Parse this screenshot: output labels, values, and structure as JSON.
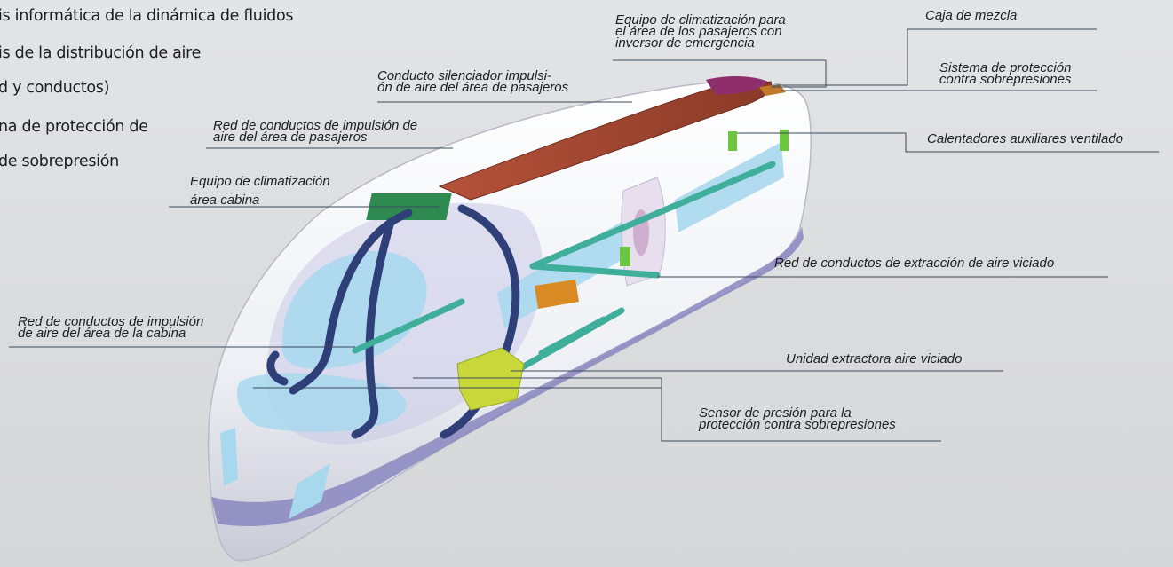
{
  "left_list": [
    "is informática de la dinámica de fluidos",
    "is de la distribución de aire",
    "d y conductos)",
    "na de protección de",
    "de sobrepresión"
  ],
  "labels": {
    "equipo_pasajeros": [
      "Equipo de climatización para",
      "el área de los pasajeros con",
      "inversor de emergencia"
    ],
    "caja_mezcla": [
      "Caja de mezcla"
    ],
    "sistema_proteccion": [
      "Sistema de protección",
      "contra sobrepresiones"
    ],
    "conducto_silenciador": [
      "Conducto silenciador impulsi-",
      "ón de aire del área de pasajeros"
    ],
    "red_impulsion_pasajeros": [
      "Red de conductos de impulsión de",
      "aire del área de pasajeros"
    ],
    "calentadores": [
      "Calentadores auxiliares ventilado"
    ],
    "equipo_cabina": [
      "Equipo de climatización",
      "área cabina"
    ],
    "red_extraccion": [
      "Red de conductos de extracción de aire viciado"
    ],
    "red_impulsion_cabina": [
      "Red de conductos de impulsión",
      "de aire del área de la cabina"
    ],
    "unidad_extractora": [
      "Unidad extractora aire viciado"
    ],
    "sensor_presion": [
      "Sensor de presión para la",
      "protección contra sobrepresiones"
    ]
  },
  "colors": {
    "leader_line": "#3a4a5c",
    "train_body": "#f2f3f7",
    "train_stripe": "#8a87c0",
    "roof_equipment": "#9a4430",
    "cab_duct": "#2f3f78",
    "teal_duct": "#3fae9b",
    "window_blue": "#a8d8ee",
    "mixing_box": "#8e2f6c",
    "green_heater": "#6cc63f",
    "extractor": "#c8d83a",
    "orange_box": "#d98a22"
  }
}
